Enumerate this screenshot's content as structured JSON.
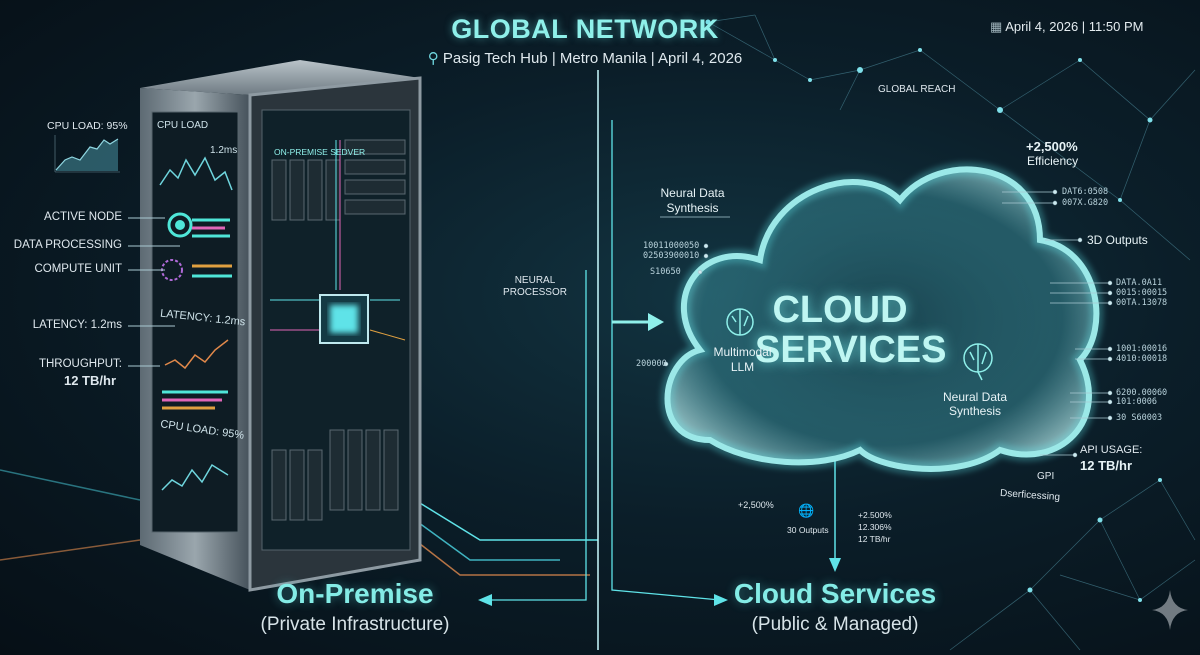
{
  "header": {
    "title": "GLOBAL NETWORK",
    "subtitle": "Pasig Tech Hub | Metro Manila | April 4, 2026",
    "datetime": "April 4, 2026 | 11:50 PM",
    "location_icon": "map-pin-icon",
    "calendar_icon": "calendar-icon"
  },
  "left_labels": {
    "cpu_load": "CPU LOAD: 95%",
    "active_node": "ACTIVE NODE",
    "data_processing": "DATA PROCESSING",
    "compute_unit": "COMPUTE UNIT",
    "latency": "LATENCY: 1.2ms",
    "throughput": "THROUGHPUT:",
    "throughput_value": "12 TB/hr"
  },
  "server": {
    "panel_cpu": "CPU LOAD",
    "panel_ms": "1.2ms",
    "panel_latency": "LATENCY: 1.2ms",
    "panel_cpu_bottom": "CPU LOAD: 95%",
    "name": "ON-PREMISE SEDVER"
  },
  "center": {
    "neural_processor": "NEURAL PROCESSOR",
    "neural_data_synthesis": "Neural Data Synthesis",
    "codes": [
      "10011000050",
      "02503900010",
      "S10650",
      "200000"
    ]
  },
  "cloud": {
    "title_line1": "CLOUD",
    "title_line2": "SERVICES",
    "multimodal": "Multimodal LLM",
    "neural": "Neural Data Synthesis"
  },
  "right_labels": {
    "global_reach": "GLOBAL REACH",
    "efficiency_value": "+2,500%",
    "efficiency": "Efficiency",
    "codes_a": [
      "DAT6:0508",
      "007X.G820"
    ],
    "outputs_3d": "3D Outputs",
    "codes_b": [
      "DATA.0A11",
      "0015:00015",
      "00TA.13078"
    ],
    "codes_c": [
      "1001:00016",
      "4010:00018"
    ],
    "codes_d": [
      "6200.00060",
      "101:0006",
      "30 S60003"
    ],
    "api_usage": "API USAGE:",
    "api_value": "12 TB/hr",
    "gpi": "GPI",
    "processing": "Dserficessing"
  },
  "bottom_stats": {
    "left_pct": "+2,500%",
    "outputs": "30 Outputs",
    "list": [
      "+2.500%",
      "12.306%",
      "12 TB/hr"
    ]
  },
  "footer": {
    "onprem_title": "On-Premise",
    "onprem_sub": "(Private Infrastructure)",
    "cloud_title": "Cloud Services",
    "cloud_sub": "(Public & Managed)"
  },
  "colors": {
    "accent": "#84ece6",
    "background": "#07141d",
    "glow": "#5fe3e8"
  }
}
